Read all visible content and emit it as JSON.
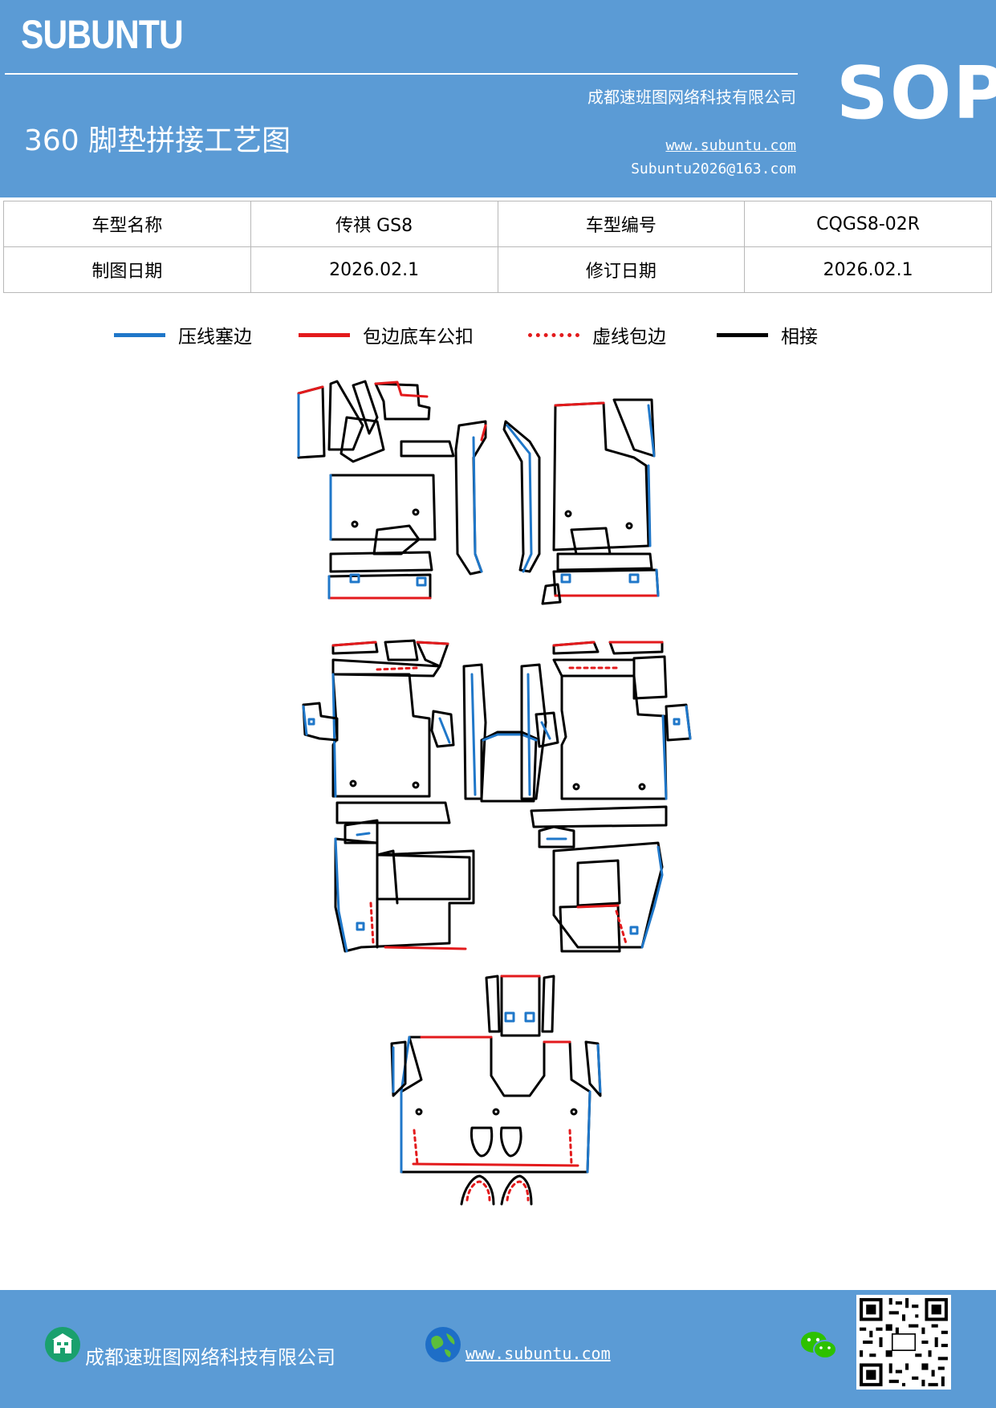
{
  "header": {
    "brand": "SUBUNTU",
    "title": "360 脚垫拼接工艺图",
    "company": "成都速班图网络科技有限公司",
    "website": "www.subuntu.com",
    "email": "Subuntu2026@163.com",
    "badge": "SOP"
  },
  "info_table": {
    "rows": [
      {
        "label1": "车型名称",
        "value1": "传祺 GS8",
        "label2": "车型编号",
        "value2": "CQGS8-02R"
      },
      {
        "label1": "制图日期",
        "value1": "2026.02.1",
        "label2": "修订日期",
        "value2": "2026.02.1"
      }
    ]
  },
  "legend": [
    {
      "label": "压线塞边",
      "color": "#1f77c9",
      "style": "solid"
    },
    {
      "label": "包边底车公扣",
      "color": "#e31a1c",
      "style": "solid"
    },
    {
      "label": "虚线包边",
      "color": "#e31a1c",
      "style": "dotted"
    },
    {
      "label": "相接",
      "color": "#000000",
      "style": "solid"
    }
  ],
  "footer": {
    "company": "成都速班图网络科技有限公司",
    "website": "www.subuntu.com",
    "icons": [
      "building-icon",
      "globe-icon",
      "wechat-icon",
      "qr-code"
    ]
  }
}
